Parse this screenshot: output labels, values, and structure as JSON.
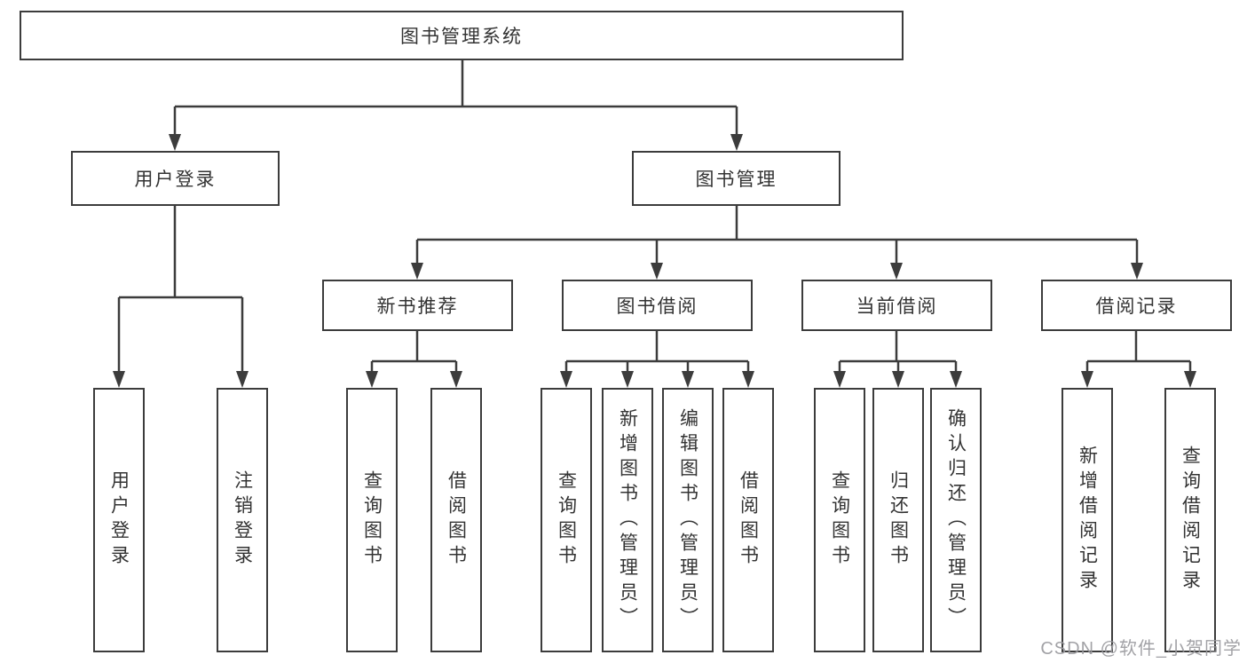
{
  "root": "图书管理系统",
  "level2": {
    "user_login": "用户登录",
    "book_management": "图书管理"
  },
  "level3": {
    "new_book_recommend": "新书推荐",
    "book_borrow": "图书借阅",
    "current_borrow": "当前借阅",
    "borrow_records": "借阅记录"
  },
  "leaves": {
    "user_login": [
      "用户登录",
      "注销登录"
    ],
    "new_book_recommend": [
      "查询图书",
      "借阅图书"
    ],
    "book_borrow": [
      "查询图书",
      "新增图书（管理员）",
      "编辑图书（管理员）",
      "借阅图书"
    ],
    "current_borrow": [
      "查询图书",
      "归还图书",
      "确认归还（管理员）"
    ],
    "borrow_records": [
      "新增借阅记录",
      "查询借阅记录"
    ]
  },
  "watermark": "CSDN @软件_小贺同学",
  "colors": {
    "line": "#3c3c3c",
    "box_border": "#3c3c3c",
    "box_fill": "#ffffff",
    "text": "#333333",
    "watermark": "#9a9a9e",
    "background": "#ffffff"
  }
}
